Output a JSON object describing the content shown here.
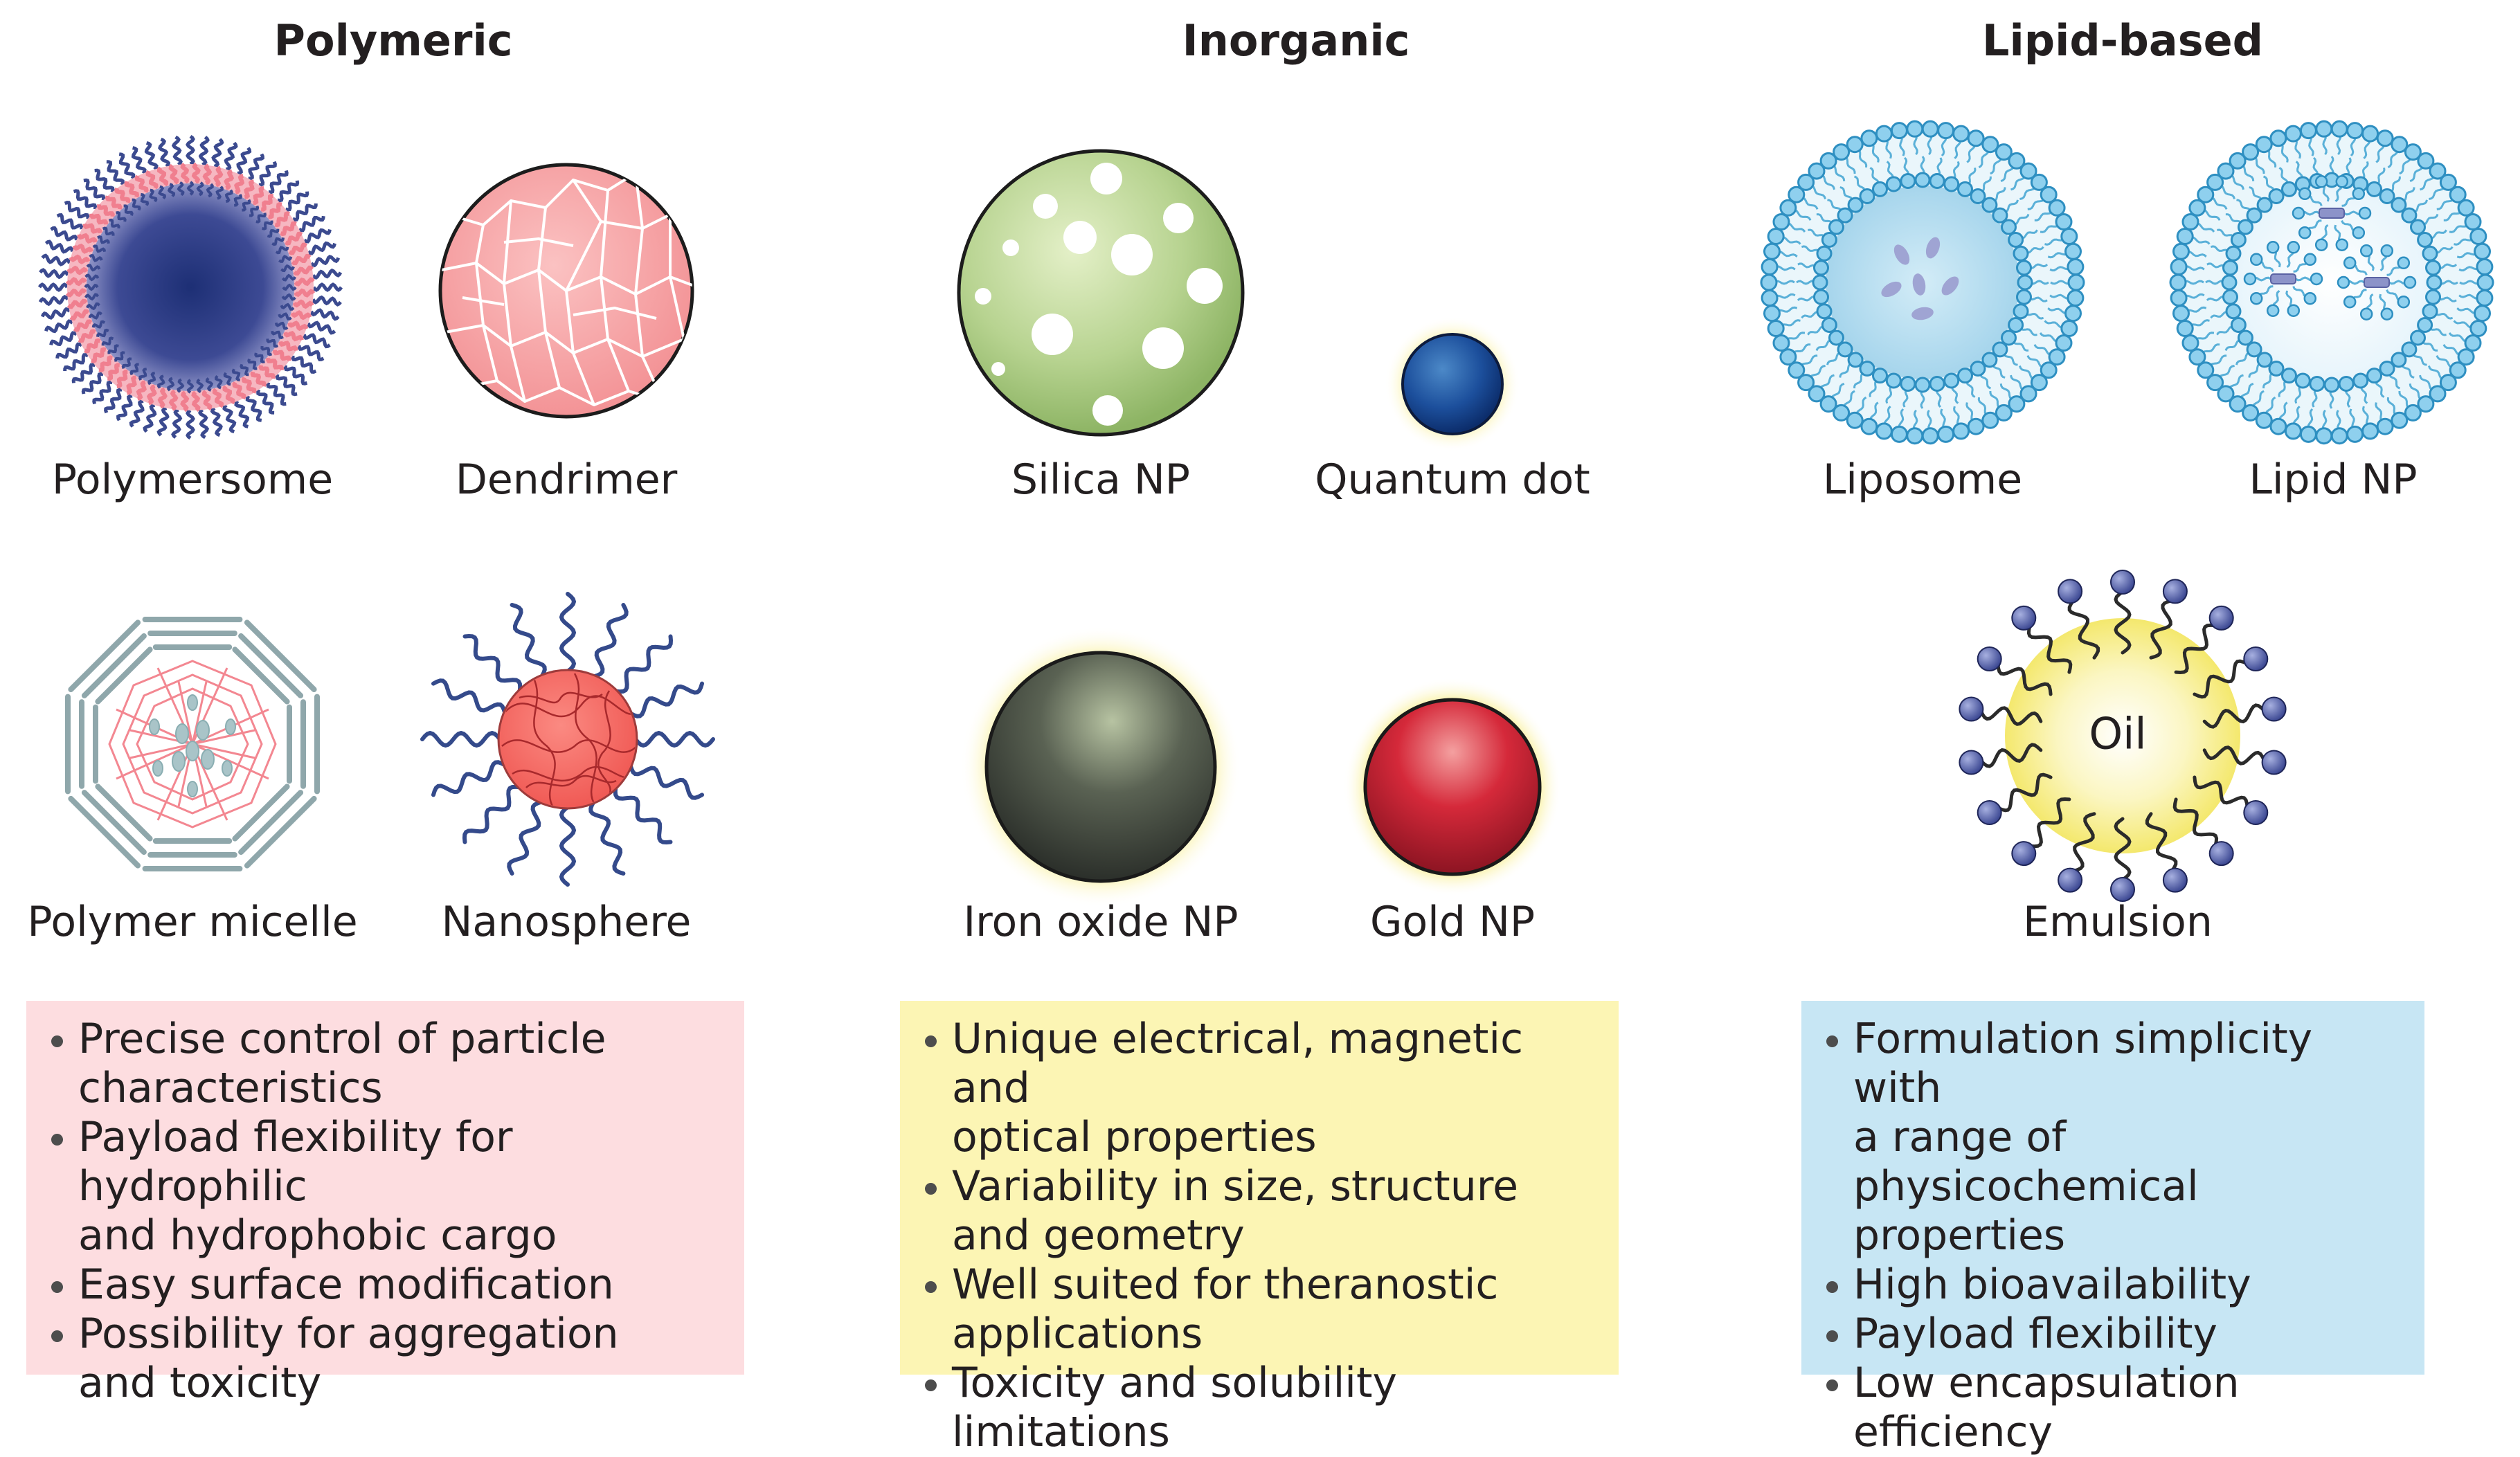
{
  "categories": [
    {
      "title": "Polymeric"
    },
    {
      "title": "Inorganic"
    },
    {
      "title": "Lipid-based"
    }
  ],
  "items": {
    "polymersome": "Polymersome",
    "dendrimer": "Dendrimer",
    "polymer_micelle": "Polymer micelle",
    "nanosphere": "Nanosphere",
    "silica_np": "Silica NP",
    "quantum_dot": "Quantum dot",
    "iron_oxide_np": "Iron oxide NP",
    "gold_np": "Gold NP",
    "liposome": "Liposome",
    "lipid_np": "Lipid NP",
    "emulsion": "Emulsion",
    "oil_label": "Oil"
  },
  "boxes": {
    "polymeric": [
      [
        "Precise control of particle",
        "characteristics"
      ],
      [
        "Payload flexibility for hydrophilic",
        "and hydrophobic cargo"
      ],
      [
        "Easy surface modification"
      ],
      [
        "Possibility for aggregation",
        "and toxicity"
      ]
    ],
    "inorganic": [
      [
        "Unique electrical, magnetic and",
        "optical properties"
      ],
      [
        "Variability in size, structure",
        "and geometry"
      ],
      [
        "Well suited for theranostic",
        "applications"
      ],
      [
        "Toxicity and solubility limitations"
      ]
    ],
    "lipid": [
      [
        "Formulation simplicity with",
        "a range of physicochemical",
        "properties"
      ],
      [
        "High bioavailability"
      ],
      [
        "Payload flexibility"
      ],
      [
        "Low encapsulation",
        "efficiency"
      ]
    ]
  },
  "colors": {
    "polymeric_box": "#fddde0",
    "inorganic_box": "#fcf5b4",
    "lipid_box": "#c7e6f4"
  }
}
